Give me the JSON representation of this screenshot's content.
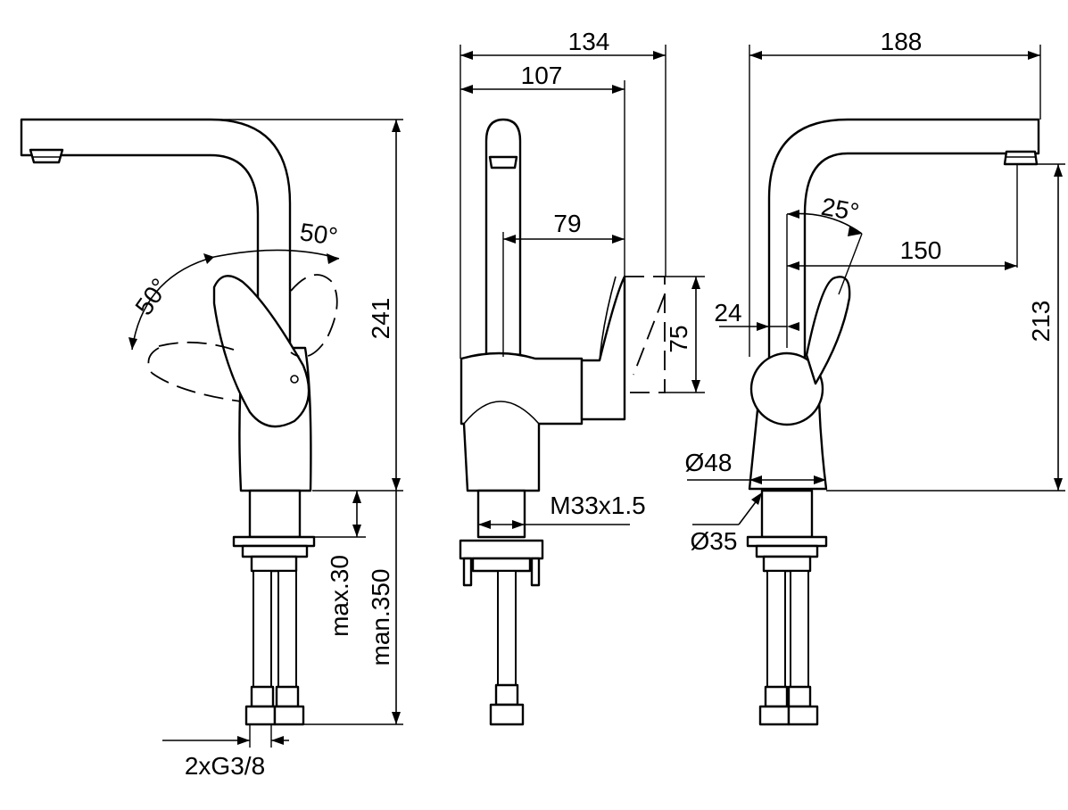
{
  "views": {
    "front": {
      "angle_left": "50°",
      "angle_right": "50°",
      "height_total": "241",
      "max_deck": "max.30",
      "min_hose": "man.350",
      "connection": "2xG3/8"
    },
    "side": {
      "width_overall": "134",
      "width_body": "107",
      "spout_offset": "79",
      "handle_height": "75",
      "thread": "M33x1.5"
    },
    "rear": {
      "width_overall": "188",
      "angle": "25°",
      "reach": "150",
      "body_offset": "24",
      "spout_height": "213",
      "base_diameter": "Ø48",
      "shank_diameter": "Ø35"
    }
  }
}
